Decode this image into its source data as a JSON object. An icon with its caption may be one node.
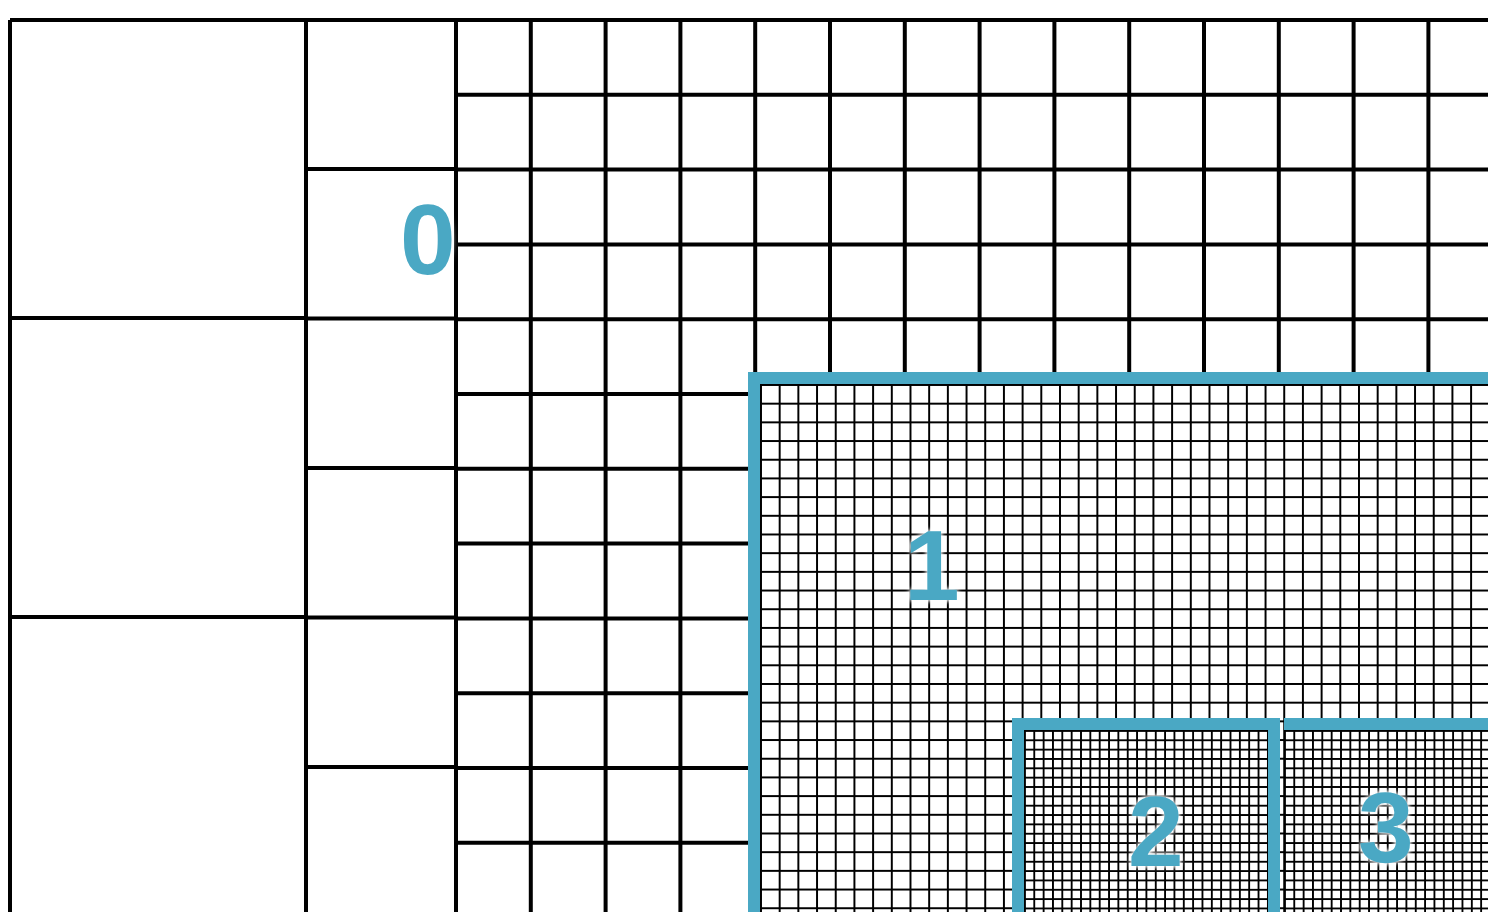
{
  "diagram": {
    "nodes": [
      {
        "text": [
          "1"
        ]
      },
      {
        "text": [
          "2"
        ],
        "in": 0
      },
      {
        "text": [
          "3"
        ],
        "in": 0
      }
    ],
    "labels": [
      "0"
    ]
  }
}
